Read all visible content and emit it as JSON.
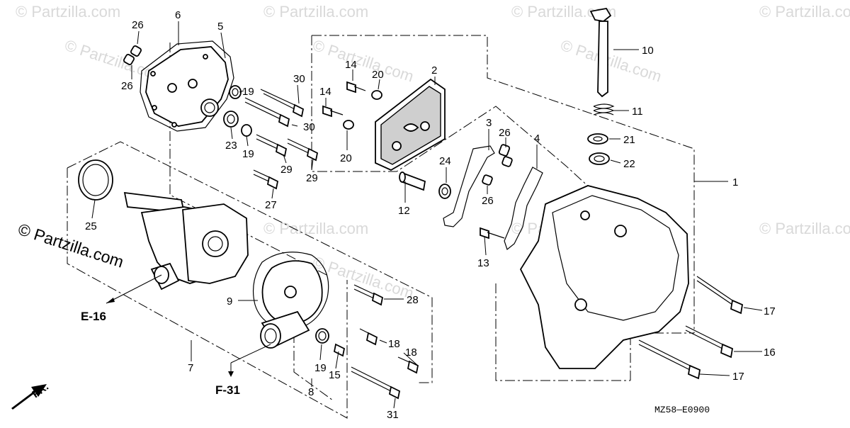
{
  "diagram": {
    "code": "MZ58—E0900",
    "direction_label": "FR.",
    "watermark": "© Partzilla.com",
    "watermark_main": "© Partzilla.com",
    "references": {
      "e16": "E-16",
      "f31": "F-31"
    },
    "callouts": {
      "c1": "1",
      "c2": "2",
      "c3": "3",
      "c4": "4",
      "c5": "5",
      "c6": "6",
      "c7": "7",
      "c8": "8",
      "c9": "9",
      "c10": "10",
      "c11": "11",
      "c12": "12",
      "c13": "13",
      "c14a": "14",
      "c14b": "14",
      "c15": "15",
      "c16": "16",
      "c17a": "17",
      "c17b": "17",
      "c18a": "18",
      "c18b": "18",
      "c19a": "19",
      "c19b": "19",
      "c19c": "19",
      "c20a": "20",
      "c20b": "20",
      "c21": "21",
      "c22": "22",
      "c23": "23",
      "c24": "24",
      "c25": "25",
      "c26a": "26",
      "c26b": "26",
      "c26c": "26",
      "c26d": "26",
      "c27": "27",
      "c28": "28",
      "c29a": "29",
      "c29b": "29",
      "c30a": "30",
      "c30b": "30",
      "c31": "31"
    }
  }
}
